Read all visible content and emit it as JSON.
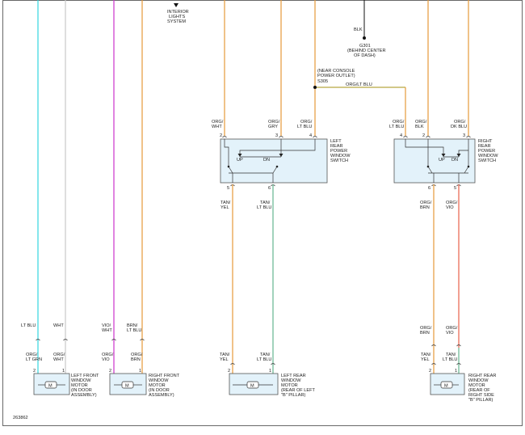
{
  "wire_colors": {
    "lt_blu": "#33d6e0",
    "wht": "#c8c8c8",
    "vio": "#cc33cc",
    "org": "#e69a3a",
    "org_lt_blu": "#b8a642",
    "tan_lt_blu": "#63b48f",
    "org_vio": "#e8604a",
    "blk": "#222222",
    "box_fill": "#e3f2fa"
  },
  "interior_lights": [
    "INTERIOR",
    "LIGHTS",
    "SYSTEM"
  ],
  "ground": {
    "wire": "BLK",
    "id": "G301",
    "loc1": "(BEHIND CENTER",
    "loc2": "OF DASH)"
  },
  "splice": {
    "loc1": "(NEAR CONSOLE",
    "loc2": "POWER OUTLET)",
    "id": "S305",
    "wire": "ORG/LT BLU"
  },
  "left_switch": {
    "wires": [
      [
        "ORG/",
        "WHT"
      ],
      [
        "ORG/",
        "GRY"
      ],
      [
        "ORG/",
        "LT BLU"
      ]
    ],
    "pins_top": [
      "2",
      "3",
      "4"
    ],
    "label": [
      "LEFT",
      "REAR",
      "POWER",
      "WINDOW",
      "SWITCH"
    ],
    "up": "UP",
    "dn": "DN",
    "pins_bottom": [
      "5",
      "6"
    ],
    "out_wires": [
      [
        "TAN/",
        "YEL"
      ],
      [
        "TAN/",
        "LT BLU"
      ]
    ]
  },
  "right_switch": {
    "wires": [
      [
        "ORG/",
        "LT BLU"
      ],
      [
        "ORG/",
        "BLK"
      ],
      [
        "ORG/",
        "DK BLU"
      ]
    ],
    "pins_top": [
      "4",
      "2",
      "3"
    ],
    "label": [
      "RIGHT",
      "REAR",
      "POWER",
      "WINDOW",
      "SWITCH"
    ],
    "up": "UP",
    "dn": "DN",
    "pins_bottom": [
      "6",
      "5"
    ],
    "out_wires": [
      [
        "ORG/",
        "BRN"
      ],
      [
        "ORG/",
        "VIO"
      ]
    ]
  },
  "right_rear_mid_wires": [
    [
      "ORG/",
      "BRN"
    ],
    [
      "ORG/",
      "VIO"
    ]
  ],
  "motors": {
    "lf": {
      "upper": [
        [
          "LT BLU"
        ],
        [
          "WHT"
        ]
      ],
      "lower": [
        [
          "ORG/",
          "LT GRN"
        ],
        [
          "ORG/",
          "WHT"
        ]
      ],
      "pins": [
        "2",
        "1"
      ],
      "symbol": "M",
      "label": [
        "LEFT FRONT",
        "WINDOW",
        "MOTOR",
        "(IN DOOR",
        "ASSEMBLY)"
      ]
    },
    "rf": {
      "upper": [
        [
          "VIO/",
          "WHT"
        ],
        [
          "BRN/",
          "LT BLU"
        ]
      ],
      "lower": [
        [
          "ORG/",
          "VIO"
        ],
        [
          "ORG/",
          "BRN"
        ]
      ],
      "pins": [
        "2",
        "1"
      ],
      "symbol": "M",
      "label": [
        "RIGHT FRONT",
        "WINDOW",
        "MOTOR",
        "(IN DOOR",
        "ASSEMBLY)"
      ]
    },
    "lr": {
      "lower": [
        [
          "TAN/",
          "YEL"
        ],
        [
          "TAN/",
          "LT BLU"
        ]
      ],
      "pins": [
        "2",
        "1"
      ],
      "symbol": "M",
      "label": [
        "LEFT REAR",
        "WINDOW",
        "MOTOR",
        "(REAR OF LEFT",
        "\"B\" PILLAR)"
      ]
    },
    "rr": {
      "lower": [
        [
          "TAN/",
          "YEL"
        ],
        [
          "TAN/",
          "LT BLU"
        ]
      ],
      "pins": [
        "2",
        "1"
      ],
      "symbol": "M",
      "label": [
        "RIGHT REAR",
        "WINDOW",
        "MOTOR",
        "(REAR OF",
        "RIGHT SIDE",
        "\"B\" PILLAR)"
      ]
    }
  },
  "figure_id": "263862"
}
